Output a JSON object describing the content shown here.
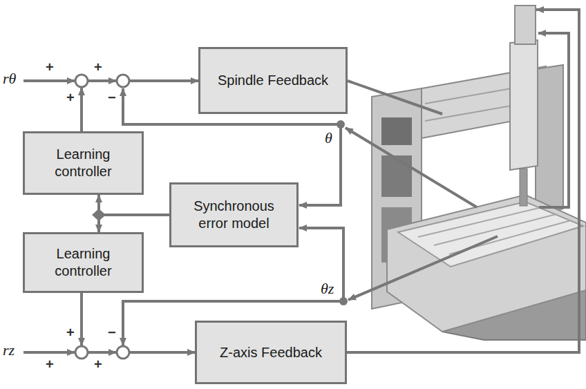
{
  "diagram": {
    "nodes": [
      {
        "text": [
          "Spindle Feedback"
        ]
      },
      {
        "text": [
          "Learning controller"
        ]
      },
      {
        "text": [
          "Synchronous error model"
        ]
      },
      {
        "text": [
          "Learning controller"
        ]
      },
      {
        "text": [
          "Z-axis Feedback"
        ]
      }
    ],
    "edges": [
      {
        "from": 2,
        "to": 1,
        "arrow": "to"
      },
      {
        "from": 2,
        "to": 3,
        "arrow": "to"
      }
    ],
    "labels": [
      "rθ",
      "+",
      "+",
      "+",
      "−",
      "θ",
      "θz",
      "+",
      "−",
      "rz",
      "+",
      "+"
    ]
  }
}
